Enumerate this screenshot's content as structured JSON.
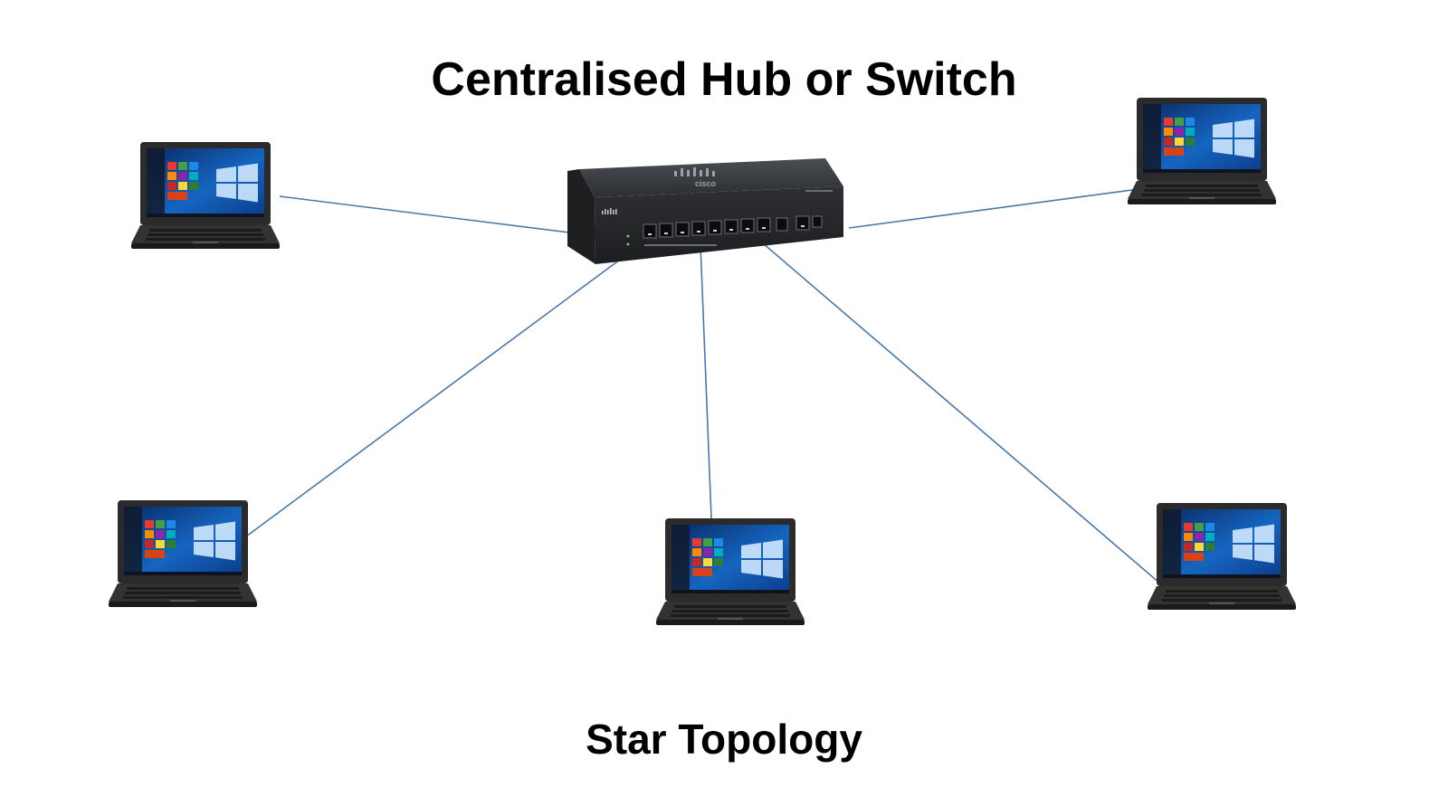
{
  "title": "Centralised Hub or Switch",
  "caption": "Star Topology",
  "hub": {
    "brand": "cisco",
    "icon": "network-switch-icon"
  },
  "nodes": [
    {
      "id": "laptop-top-left",
      "icon": "laptop-icon"
    },
    {
      "id": "laptop-top-right",
      "icon": "laptop-icon"
    },
    {
      "id": "laptop-bottom-left",
      "icon": "laptop-icon"
    },
    {
      "id": "laptop-bottom-center",
      "icon": "laptop-icon"
    },
    {
      "id": "laptop-bottom-right",
      "icon": "laptop-icon"
    }
  ],
  "colors": {
    "link": "#4a78a8",
    "laptop_body": "#2b2b2b",
    "screen": "#1a5fb4",
    "switch_body": "#2a2c2f"
  }
}
